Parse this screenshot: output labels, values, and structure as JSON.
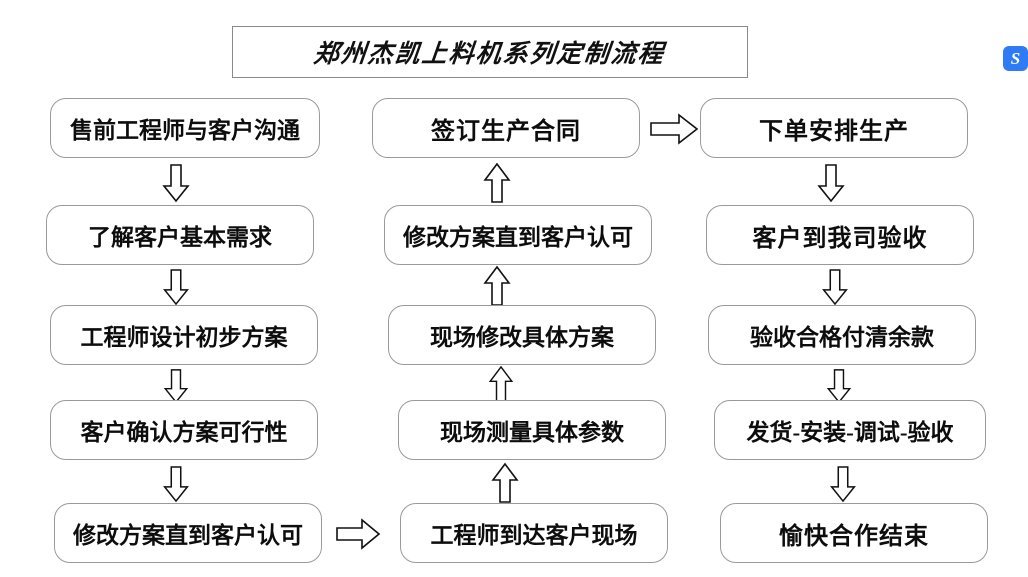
{
  "title": {
    "text": "郑州杰凯上料机系列定制流程"
  },
  "badge": {
    "glyph": "S",
    "color": "#2f7bf6"
  },
  "columns": [
    {
      "name": "column-1",
      "direction": "down",
      "nodes": [
        "售前工程师与客户沟通",
        "了解客户基本需求",
        "工程师设计初步方案",
        "客户确认方案可行性",
        "修改方案直到客户认可"
      ]
    },
    {
      "name": "column-2",
      "direction": "up",
      "nodes": [
        "签订生产合同",
        "修改方案直到客户认可",
        "现场修改具体方案",
        "现场测量具体参数",
        "工程师到达客户现场"
      ]
    },
    {
      "name": "column-3",
      "direction": "down",
      "nodes": [
        "下单安排生产",
        "客户到我司验收",
        "验收合格付清余款",
        "发货-安装-调试-验收",
        "愉快合作结束"
      ]
    }
  ],
  "connectors": {
    "col1_down": "down-arrow",
    "col2_up": "up-arrow",
    "col3_down": "down-arrow",
    "col1_to_col2": "right-arrow",
    "col2_to_col3": "right-arrow"
  }
}
